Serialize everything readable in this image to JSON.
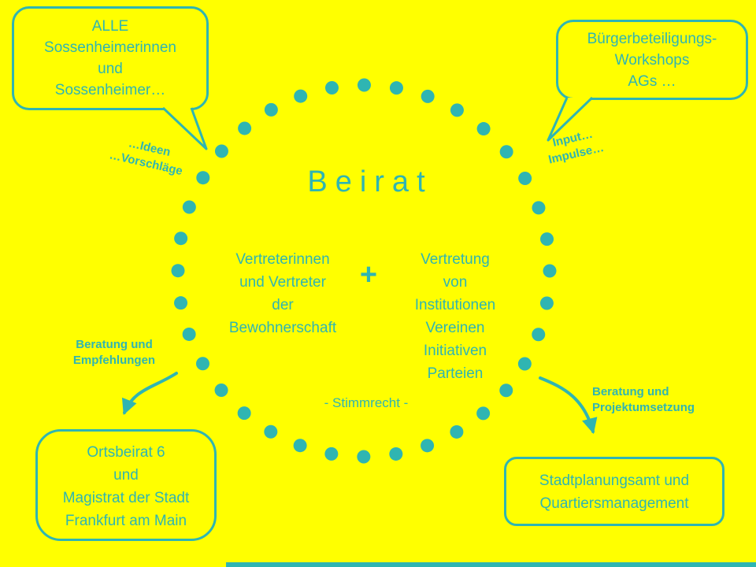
{
  "colors": {
    "background": "#ffff00",
    "accent": "#2fb5b2"
  },
  "title": "Beirat",
  "circle": {
    "left_group": "Vertreterinnen\nund Vertreter\nder\nBewohnerschaft",
    "plus": "+",
    "right_group": "Vertretung\nvon\nInstitutionen\nVereinen\nInitiativen\nParteien",
    "voting_note": "- Stimmrecht -"
  },
  "bubbles": {
    "top_left": "ALLE\nSossenheimerinnen\nund\nSossenheimer…",
    "top_right": "Bürgerbeteiligungs-\nWorkshops\nAGs …"
  },
  "flow_labels": {
    "ideas": "…Ideen\n…Vorschläge",
    "input": "Input…\nImpulse…",
    "advice_left": "Beratung und\nEmpfehlungen",
    "advice_right": "Beratung und\nProjektumsetzung"
  },
  "boxes": {
    "bottom_left": "Ortsbeirat 6\nund\nMagistrat der Stadt\nFrankfurt am Main",
    "bottom_right": "Stadtplanungsamt und\nQuartiersmanagement"
  }
}
